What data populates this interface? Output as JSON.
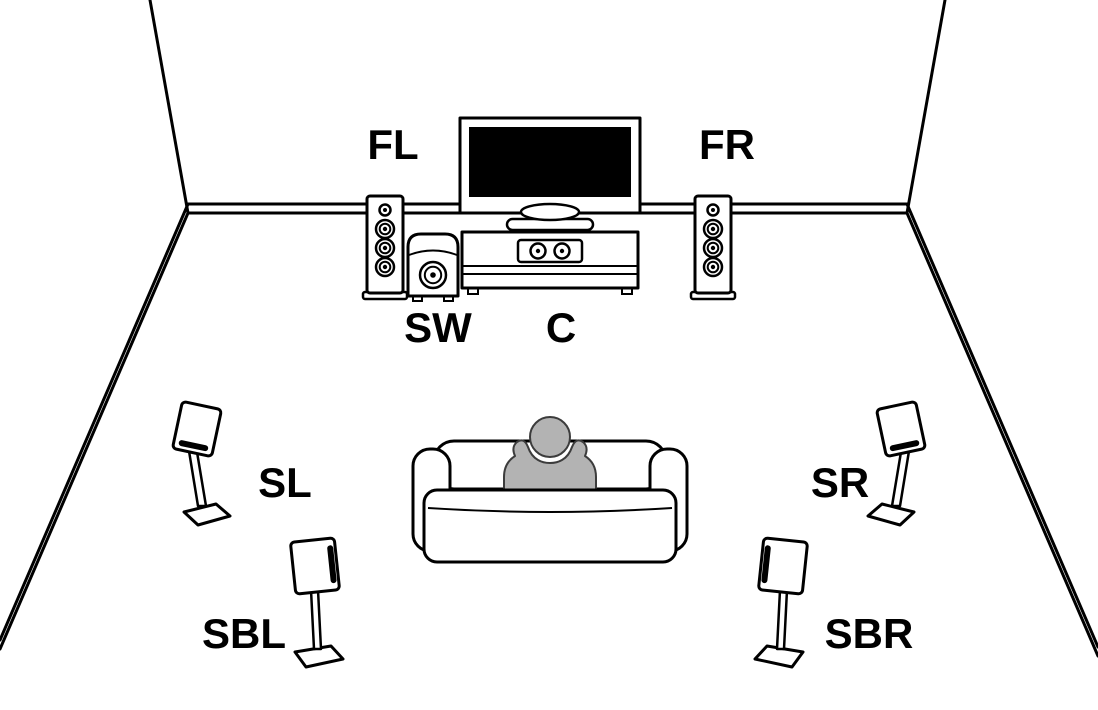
{
  "diagram": {
    "labels": {
      "front_left": "FL",
      "front_right": "FR",
      "subwoofer": "SW",
      "center": "C",
      "surround_left": "SL",
      "surround_right": "SR",
      "surround_back_left": "SBL",
      "surround_back_right": "SBR"
    },
    "colors": {
      "line": "#000000",
      "tv_screen": "#000000",
      "person": "#b3b3b3",
      "background": "#ffffff"
    }
  }
}
